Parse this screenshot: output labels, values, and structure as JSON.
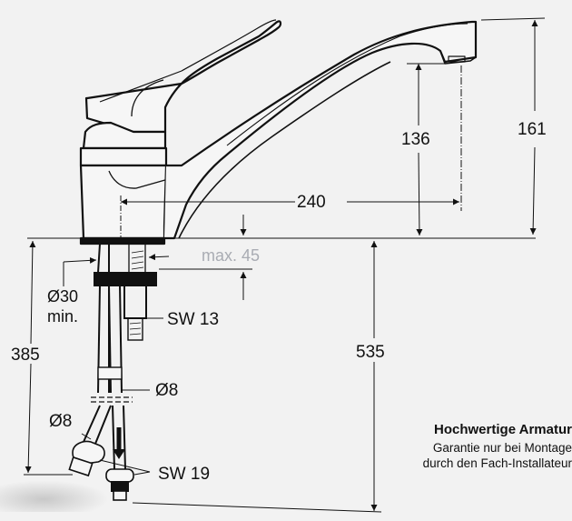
{
  "drawing": {
    "subject": "Single-lever kitchen mixer tap (side elevation, dimensioned)",
    "colors": {
      "background": "#f2f2f2",
      "line": "#111111",
      "faded_label": "#a9acb3"
    }
  },
  "dimensions": {
    "spout_reach": "240",
    "spout_outlet_height": "136",
    "total_height": "161",
    "max_deck_thickness": "max. 45",
    "hole_diameter": "Ø30",
    "hole_diameter_note": "min.",
    "fixing_nut_wrench": "SW 13",
    "hose_length": "385",
    "overall_below_deck": "535",
    "hose_diameter_right": "Ø8",
    "hose_diameter_left": "Ø8",
    "connector_wrench": "SW 19"
  },
  "note": {
    "heading": "Hochwertige Armatur",
    "line1": "Garantie nur bei Montage",
    "line2": "durch den Fach-Installateur"
  }
}
